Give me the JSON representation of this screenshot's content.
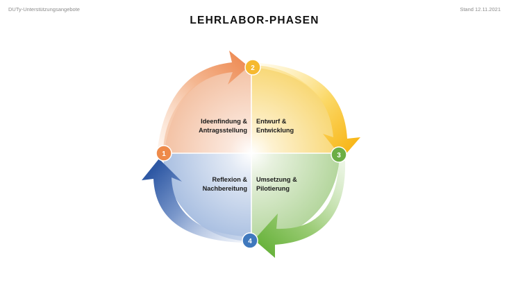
{
  "header": {
    "left": "DUTy-Unterstützungsangebote",
    "right": "Stand 12.11.2021"
  },
  "title": "LEHRLABOR-PHASEN",
  "phases": [
    {
      "number": "1",
      "line1": "Ideenfindung &",
      "line2": "Antragsstellung",
      "color": "#ee8a4a"
    },
    {
      "number": "2",
      "line1": "Entwurf &",
      "line2": "Entwicklung",
      "color": "#f6b92f"
    },
    {
      "number": "3",
      "line1": "Umsetzung &",
      "line2": "Pilotierung",
      "color": "#6cae45"
    },
    {
      "number": "4",
      "line1": "Reflexion &",
      "line2": "Nachbereitung",
      "color": "#3f78bd"
    }
  ]
}
